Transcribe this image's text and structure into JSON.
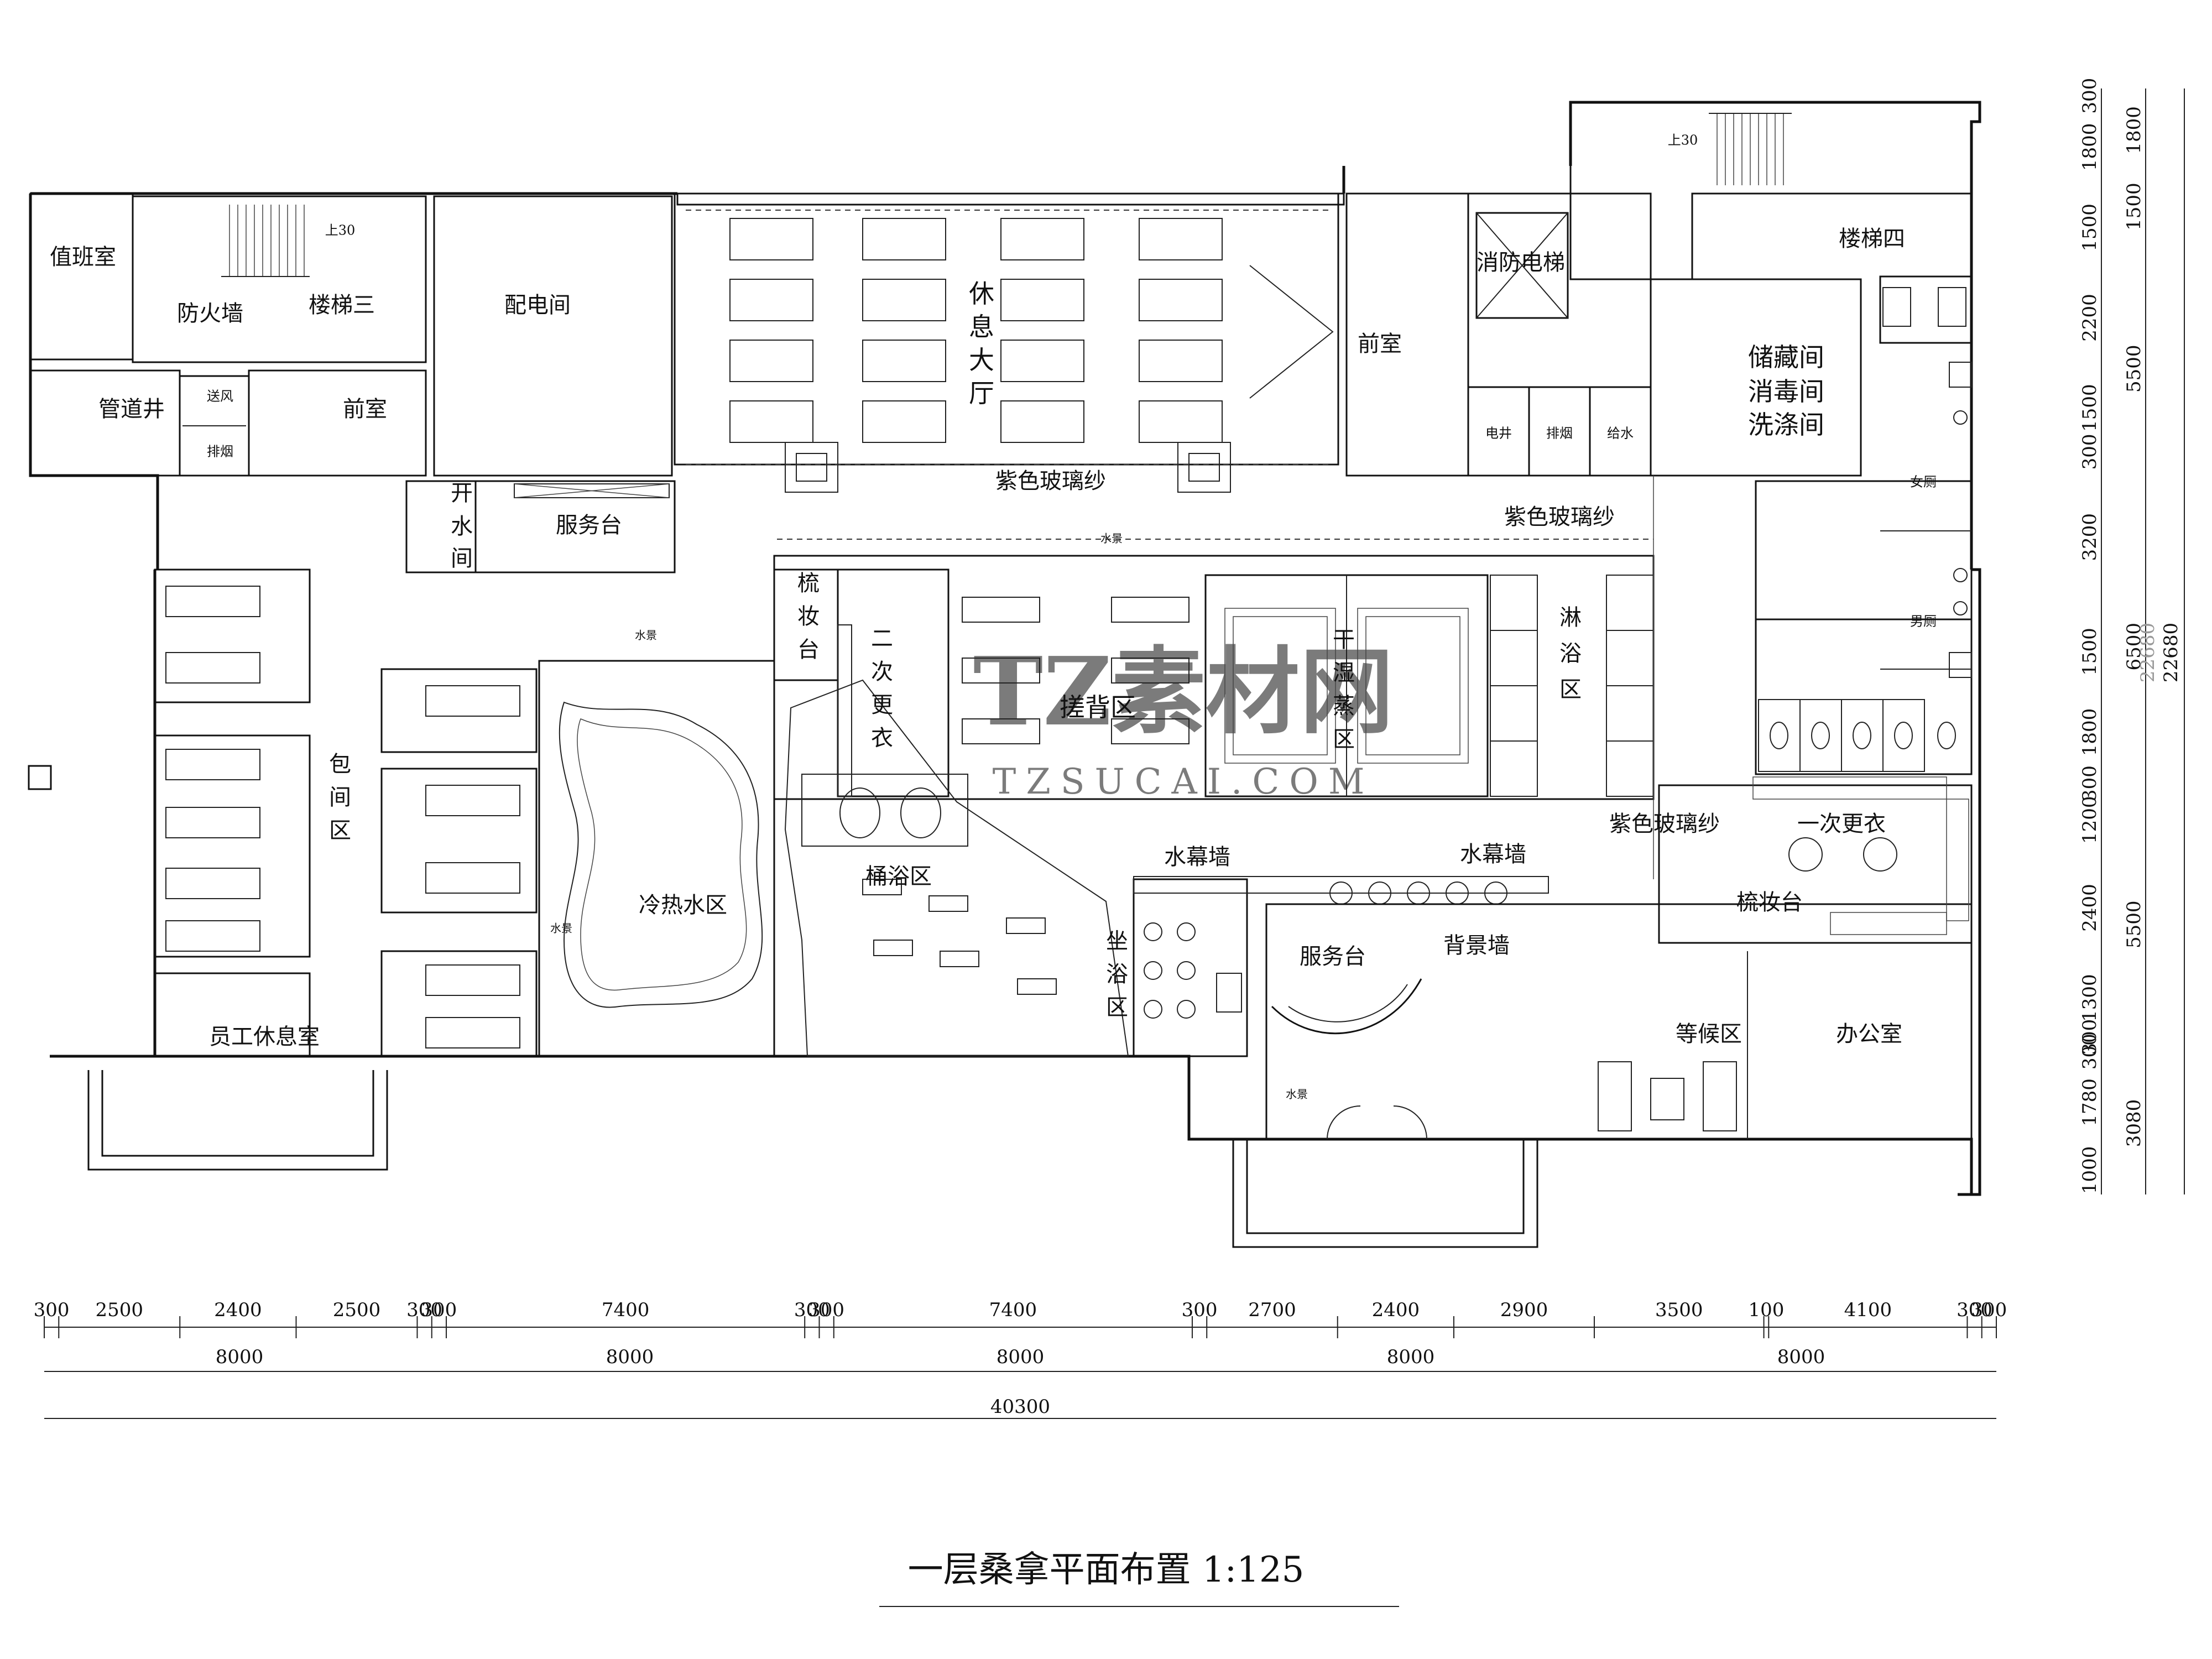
{
  "title": "一层桑拿平面布置 1:125",
  "watermark": {
    "brand": "TZ素材网",
    "url": "TZSUCAI.COM"
  },
  "rooms": {
    "duty_room": "值班室",
    "firewall": "防火墙",
    "stair3": "楼梯三",
    "electrical_room": "配电间",
    "pipe_shaft": "管道井",
    "supply_air": "送风",
    "smoke_exhaust_a": "排烟",
    "antechamber_left": "前室",
    "boiling_water_1": "开",
    "boiling_water_2": "水",
    "boiling_water_3": "间",
    "service_desk_top": "服务台",
    "lounge_1": "休",
    "lounge_2": "息",
    "lounge_3": "大",
    "lounge_4": "厅",
    "purple_gauze_top": "紫色玻璃纱",
    "antechamber_right": "前室",
    "fire_elevator": "消防电梯",
    "elec_shaft": "电井",
    "smoke_exhaust_b": "排烟",
    "water_supply": "给水",
    "stair4": "楼梯四",
    "storage_1": "储藏间",
    "storage_2": "消毒间",
    "storage_3": "洗涤间",
    "women_wc": "女厕",
    "men_wc": "男厕",
    "purple_gauze_right": "紫色玻璃纱",
    "makeup_1": "梳",
    "makeup_2": "妆",
    "makeup_3": "台",
    "second_change_1": "二",
    "second_change_2": "次",
    "second_change_3": "更",
    "second_change_4": "衣",
    "scrub_area": "搓背区",
    "sauna_1": "干",
    "sauna_2": "湿",
    "sauna_3": "蒸",
    "sauna_4": "区",
    "shower_1": "淋",
    "shower_2": "浴",
    "shower_3": "区",
    "private_1": "包",
    "private_2": "间",
    "private_3": "区",
    "hot_cold_pool": "冷热水区",
    "barrel_bath": "桶浴区",
    "water_curtain_1": "水幕墙",
    "water_curtain_2": "水幕墙",
    "sit_bath_1": "坐",
    "sit_bath_2": "浴",
    "sit_bath_3": "区",
    "purple_gauze_mid": "紫色玻璃纱",
    "first_change": "一次更衣",
    "makeup_desk": "梳妆台",
    "service_desk_main": "服务台",
    "backdrop_wall": "背景墙",
    "waiting_area": "等候区",
    "office": "办公室",
    "staff_lounge": "员工休息室",
    "waterscape_1": "水景",
    "waterscape_2": "水景",
    "waterscape_3": "水景",
    "waterscape_4": "水景",
    "up_left": "上30",
    "up_right": "上30"
  },
  "dimensions": {
    "row1": [
      "300",
      "2500",
      "2400",
      "2500",
      "300",
      "300",
      "7400",
      "300",
      "300",
      "7400",
      "300",
      "2700",
      "2400",
      "2900",
      "3500",
      "100",
      "4100",
      "300",
      "300"
    ],
    "row2": [
      "8000",
      "8000",
      "8000",
      "8000",
      "8000"
    ],
    "total": "40300",
    "right_col1": [
      "300",
      "1800",
      "1500",
      "2200",
      "1500",
      "300",
      "3200",
      "1500",
      "1800",
      "300",
      "1200",
      "2400",
      "1300",
      "300",
      "300",
      "1780",
      "1000"
    ],
    "right_col2": [
      "1800",
      "1500",
      "5500",
      "6500",
      "5500",
      "3080"
    ],
    "right_total": "22680",
    "right_total_faint": "22680"
  }
}
